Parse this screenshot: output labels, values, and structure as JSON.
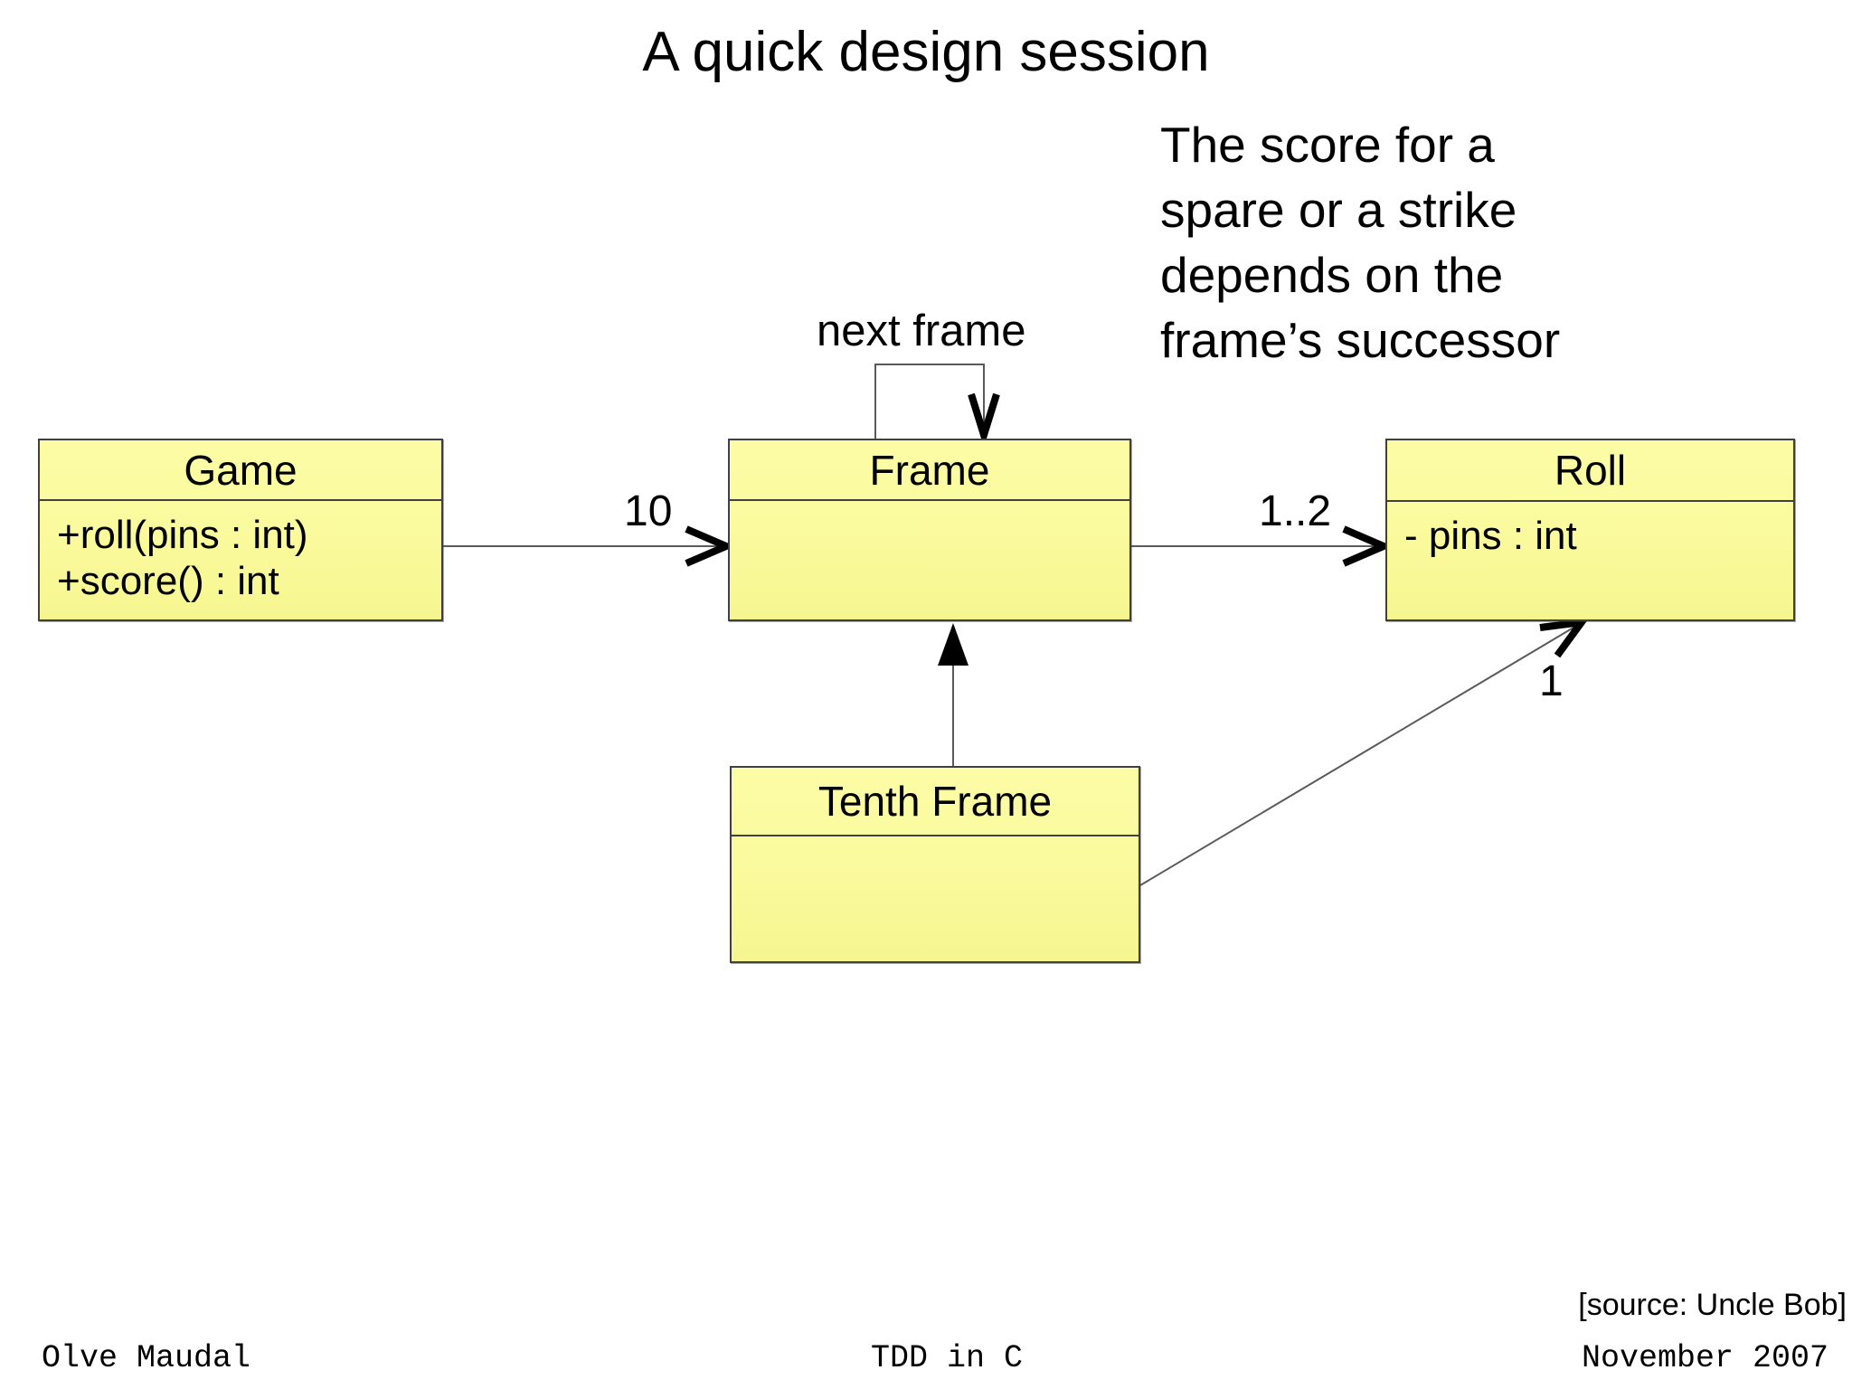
{
  "title": "A quick design session",
  "annotation": "The score for a\nspare or a strike\ndepends on the\nframe’s successor",
  "uml": {
    "classes": [
      {
        "name": "Game",
        "members": [
          "+roll(pins : int)",
          "+score() : int"
        ]
      },
      {
        "name": "Frame",
        "members": []
      },
      {
        "name": "Roll",
        "members": [
          "- pins : int"
        ]
      },
      {
        "name": "Tenth Frame",
        "members": []
      }
    ],
    "labels": {
      "self_association": "next frame",
      "game_frame_multiplicity": "10",
      "frame_roll_multiplicity": "1..2",
      "tenth_frame_roll_multiplicity": "1"
    }
  },
  "source_note": "[source: Uncle Bob]",
  "footer": {
    "left": "Olve Maudal",
    "center": "TDD in C",
    "right": "November 2007"
  },
  "colors": {
    "class_fill": "#fafa9d",
    "class_border": "#404040",
    "connector": "#5a5a5a",
    "arrowhead": "#000000"
  }
}
